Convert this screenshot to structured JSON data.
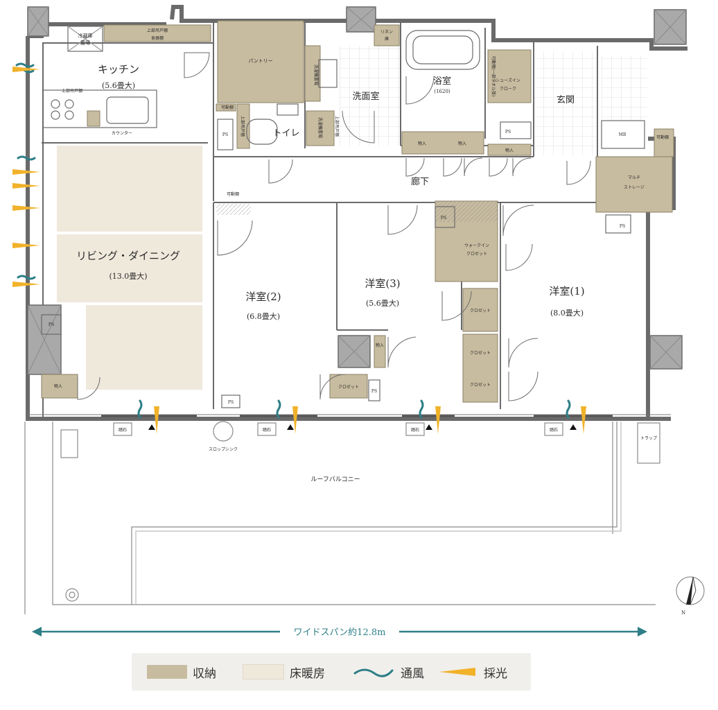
{
  "colors": {
    "wall": "#9a9a9a",
    "storage": "#c8bca0",
    "floor_heating": "#efe9dc",
    "tile_grid": "#cfcfcf",
    "ventilation": "#2e7f87",
    "daylight": "#f1b22a",
    "legend_bg": "#f1efec"
  },
  "rooms": {
    "kitchen": {
      "name": "キッチン",
      "size": "(5.6畳大)"
    },
    "living": {
      "name": "リビング・ダイニング",
      "size": "(13.0畳大)"
    },
    "bedroom2": {
      "name": "洋室(2)",
      "size": "(6.8畳大)"
    },
    "bedroom3": {
      "name": "洋室(3)",
      "size": "(5.6畳大)"
    },
    "bedroom1": {
      "name": "洋室(1)",
      "size": "(8.0畳大)"
    },
    "washroom": "洗面室",
    "bath": {
      "name": "浴室",
      "size": "(1620)"
    },
    "toilet": "トイレ",
    "entrance": "玄関",
    "corridor": "廊下",
    "balcony": "ルーフバルコニー"
  },
  "labels": {
    "fridge": [
      "冷蔵庫",
      "置場"
    ],
    "upper_cabinet_top": "上部吊戸棚",
    "cupboard": "食器棚",
    "pantry": "パントリー",
    "linen": [
      "リネン",
      "庫"
    ],
    "upper_cabinet_kitchen": "上部吊戸棚",
    "counter": "カウンター",
    "wash_machine": "洗濯機置場",
    "movable_shelf": "可動棚",
    "toilet_shelf": "上部吊戸棚",
    "laundry": "洗濯機置場",
    "upper_shelf_side": "上部吊戸棚",
    "shoes_in": [
      "シューズイン",
      "クローク"
    ],
    "movable_shelf_bath": "可動棚(一部タオル掛)",
    "storage": "物入",
    "ps": "PS",
    "mb": "MB",
    "multi_storage": [
      "マルチ",
      "ストレージ"
    ],
    "movable_shelf_corridor": "可動棚",
    "walk_in": [
      "ウォークイン",
      "クロゼット"
    ],
    "closet": "クロゼット",
    "stepping_stone": "踏石",
    "slop_sink": "スロップシンク",
    "trap": "トラップ",
    "north": "N",
    "kado_shelf": "可動棚"
  },
  "dimension": "ワイドスパン約12.8m",
  "legend": [
    {
      "label": "収納",
      "kind": "swatch",
      "color": "#c8bca0"
    },
    {
      "label": "床暖房",
      "kind": "swatch",
      "color": "#efe9dc"
    },
    {
      "label": "通風",
      "kind": "wave",
      "color": "#2e7f87"
    },
    {
      "label": "採光",
      "kind": "beam",
      "color": "#f1b22a"
    }
  ]
}
